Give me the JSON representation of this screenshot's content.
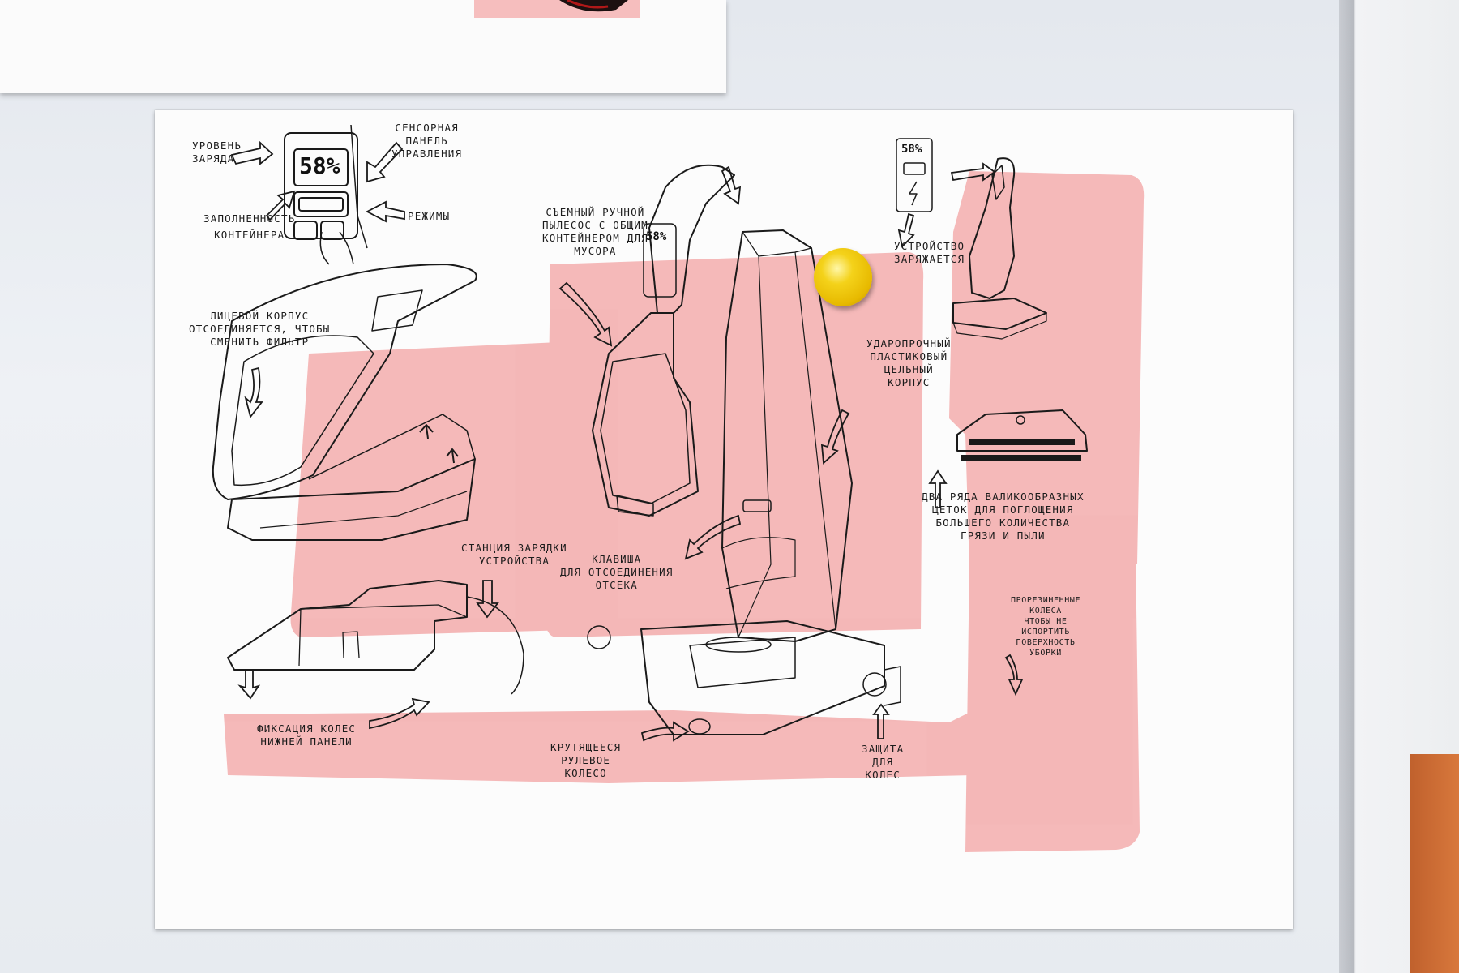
{
  "sketch": {
    "display": {
      "battery_big": "58%",
      "battery_handle": "58%",
      "battery_dock": "58%"
    },
    "labels": {
      "charge_level": "Уровень\nзаряда",
      "touch_panel": "Сенсорная\nпанель\nуправления",
      "container_fill": "Заполненность\nконтейнера",
      "modes": "Режимы",
      "removable_vacuum": "Съемный ручной\nпылесос с общим\nконтейнером для\nмусора",
      "front_housing": "Лицевой корпус\nотсоединяется, чтобы\nсменить фильтр",
      "device_charging": "Устройство\nзаряжается",
      "impact_body": "Ударопрочный\nпластиковый\nцельный\nкорпус",
      "two_rows_brushes": "Два ряда валикообразных\nщеток для поглощения\nбольшего количества\nгрязи и пыли",
      "charging_station": "Станция зарядки\nустройства",
      "release_key": "Клавиша\nдля отсоединения\nотсека",
      "rubber_wheels": "Прорезиненные\nколеса\nчтобы не\nиспортить\nповерхность\nуборки",
      "wheel_lock": "Фиксация колес\nнижней панели",
      "steering_wheel": "Крутящееся\nрулевое\nколесо",
      "wheel_guard": "Защита\nдля\nколес"
    }
  },
  "colors": {
    "marker_pink": "#f2a7a7",
    "ink": "#1a1a1a",
    "paper": "#fcfcfc",
    "magnet": "#f0c800"
  }
}
